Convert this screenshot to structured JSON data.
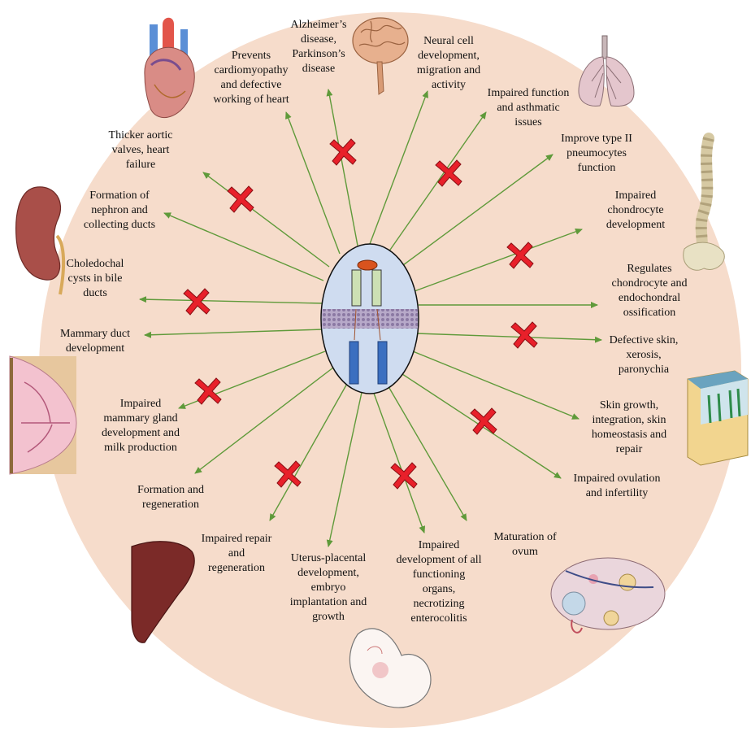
{
  "colors": {
    "background_circle": "#f6dccb",
    "arrow": "#5f9a3a",
    "cross": "#e8202a",
    "receptor_oval": "#cfdcf0",
    "membrane": "#9f8fb5",
    "extracellular_domain": "#cde0b4",
    "intracellular_domain": "#3b6fc0",
    "ligand": "#d9531e"
  },
  "labels": {
    "alzheimers": "Alzheimer’s\ndisease,\nParkinson’s\ndisease",
    "neural": "Neural cell\ndevelopment,\nmigration and\nactivity",
    "cardiomyopathy": "Prevents\ncardiomyopathy\nand defective\nworking of heart",
    "impaired_asthma": "Impaired function\nand asthmatic\nissues",
    "pneumocytes": "Improve type II\npneumocytes\nfunction",
    "aortic": "Thicker aortic\nvalves, heart\nfailure",
    "nephron": "Formation of\nnephron and\ncollecting ducts",
    "chondrocyte_impaired": "Impaired\nchondrocyte\ndevelopment",
    "choledochal": "Choledochal\ncysts in bile\nducts",
    "chondrocyte_regulates": "Regulates\nchondrocyte and\nendochondral\nossification",
    "mammary_duct": "Mammary duct\ndevelopment",
    "defective_skin": "Defective skin,\nxerosis,\nparonychia",
    "mammary_gland": "Impaired\nmammary gland\ndevelopment and\nmilk production",
    "skin_growth": "Skin growth,\nintegration, skin\nhomeostasis and\nrepair",
    "liver_formation": "Formation and\nregeneration",
    "ovulation": "Impaired ovulation\nand infertility",
    "liver_repair": "Impaired repair\nand\nregeneration",
    "uterus": "Uterus-placental\ndevelopment,\nembryo\nimplantation and\ngrowth",
    "organs": "Impaired\ndevelopment of all\nfunctioning\norgans,\nnecrotizing\nenterocolitis",
    "ovum": "Maturation of\novum"
  },
  "icons": {
    "heart": "heart-icon",
    "brain": "brain-icon",
    "lungs": "lungs-icon",
    "kidney": "kidney-icon",
    "spine": "spine-icon",
    "breast": "breast-tissue-icon",
    "skin": "skin-section-icon",
    "liver": "liver-icon",
    "ovary": "ovary-icon",
    "embryo": "embryo-icon",
    "inhibition": "red-cross-icon"
  }
}
